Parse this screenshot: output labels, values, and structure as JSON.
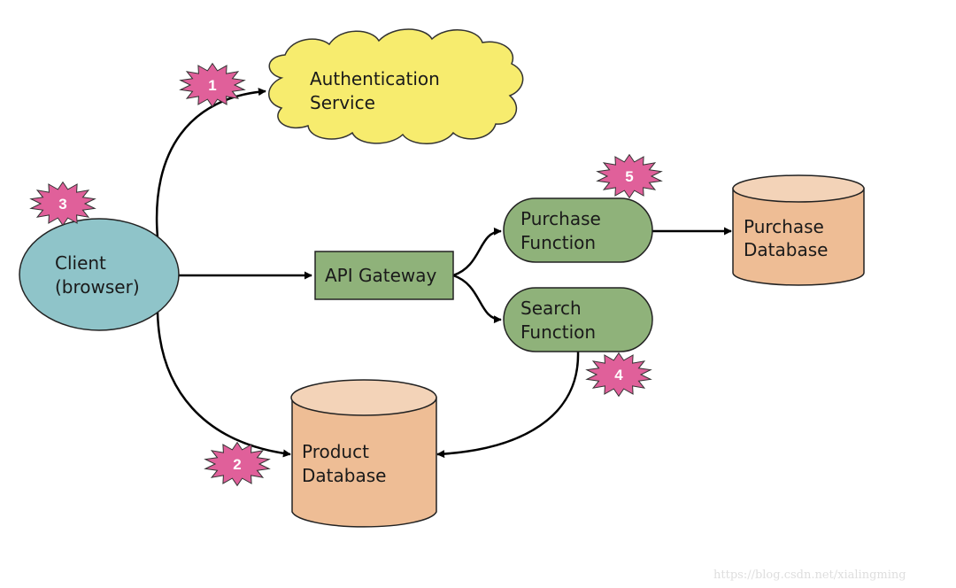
{
  "diagram": {
    "nodes": {
      "client": {
        "line1": "Client",
        "line2": "(browser)",
        "color": "#8fc4c9"
      },
      "auth": {
        "line1": "Authentication",
        "line2": "Service",
        "color": "#f7ec6e"
      },
      "gateway": {
        "label": "API Gateway",
        "color": "#8fb27a"
      },
      "purchase_fn": {
        "line1": "Purchase",
        "line2": "Function",
        "color": "#8fb27a"
      },
      "search_fn": {
        "line1": "Search",
        "line2": "Function",
        "color": "#8fb27a"
      },
      "purchase_db": {
        "line1": "Purchase",
        "line2": "Database",
        "color": "#eebd95",
        "top_color": "#f3d3b8"
      },
      "product_db": {
        "line1": "Product",
        "line2": "Database",
        "color": "#eebd95",
        "top_color": "#f3d3b8"
      }
    },
    "badges": [
      {
        "number": "1",
        "near": "auth"
      },
      {
        "number": "2",
        "near": "product_db"
      },
      {
        "number": "3",
        "near": "client"
      },
      {
        "number": "4",
        "near": "search_fn"
      },
      {
        "number": "5",
        "near": "purchase_fn"
      }
    ],
    "badge_color": "#e0609a",
    "edges": [
      {
        "from": "client",
        "to": "auth"
      },
      {
        "from": "client",
        "to": "gateway"
      },
      {
        "from": "client",
        "to": "product_db"
      },
      {
        "from": "gateway",
        "to": "purchase_fn"
      },
      {
        "from": "gateway",
        "to": "search_fn"
      },
      {
        "from": "purchase_fn",
        "to": "purchase_db"
      },
      {
        "from": "search_fn",
        "to": "product_db"
      }
    ]
  },
  "watermark": "https://blog.csdn.net/xialingming"
}
